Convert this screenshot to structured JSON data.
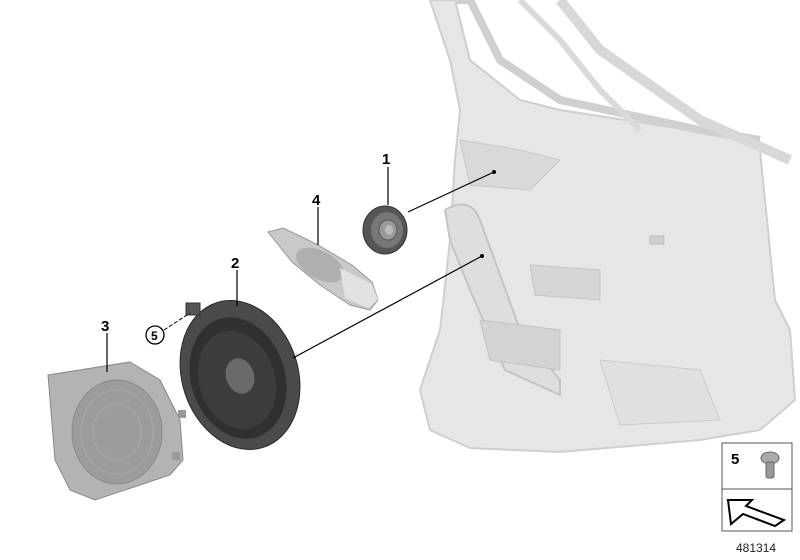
{
  "diagram": {
    "callouts": [
      {
        "number": "1",
        "part": "tweeter"
      },
      {
        "number": "2",
        "part": "woofer-speaker"
      },
      {
        "number": "3",
        "part": "lower-speaker-grille"
      },
      {
        "number": "4",
        "part": "upper-speaker-grille"
      },
      {
        "number": "5",
        "part": "screw"
      }
    ],
    "legend": {
      "number": "5"
    },
    "diagram_id": "481314"
  }
}
